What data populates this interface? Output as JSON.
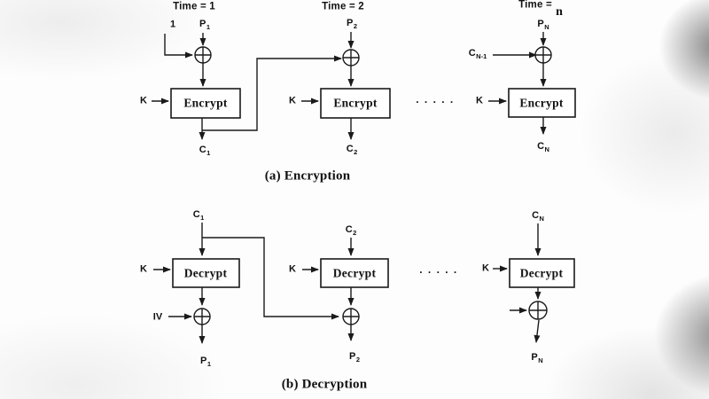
{
  "colors": {
    "line": "#1a1a1a",
    "text": "#111111",
    "box_fill": "#ffffff"
  },
  "encryption": {
    "caption": "(a) Encryption",
    "ellipsis": ". . . . .",
    "col1": {
      "time": "Time = 1",
      "init": "1",
      "input": {
        "base": "P",
        "sub": "1"
      },
      "key": "K",
      "box": "Encrypt",
      "output": {
        "base": "C",
        "sub": "1"
      }
    },
    "col2": {
      "time": "Time = 2",
      "input": {
        "base": "P",
        "sub": "2"
      },
      "key": "K",
      "box": "Encrypt",
      "output": {
        "base": "C",
        "sub": "2"
      }
    },
    "col3": {
      "time_prefix": "Time =",
      "time_value": "n",
      "input": {
        "base": "P",
        "sub": "N"
      },
      "chain": {
        "base": "C",
        "sub": "N-1"
      },
      "key": "K",
      "box": "Encrypt",
      "output": {
        "base": "C",
        "sub": "N"
      }
    }
  },
  "decryption": {
    "caption": "(b) Decryption",
    "ellipsis": ". . . . .",
    "col1": {
      "input": {
        "base": "C",
        "sub": "1"
      },
      "key": "K",
      "box": "Decrypt",
      "iv": "IV",
      "output": {
        "base": "P",
        "sub": "1"
      }
    },
    "col2": {
      "input": {
        "base": "C",
        "sub": "2"
      },
      "key": "K",
      "box": "Decrypt",
      "output": {
        "base": "P",
        "sub": "2"
      }
    },
    "col3": {
      "input": {
        "base": "C",
        "sub": "N"
      },
      "key": "K",
      "box": "Decrypt",
      "output": {
        "base": "P",
        "sub": "N"
      }
    }
  }
}
